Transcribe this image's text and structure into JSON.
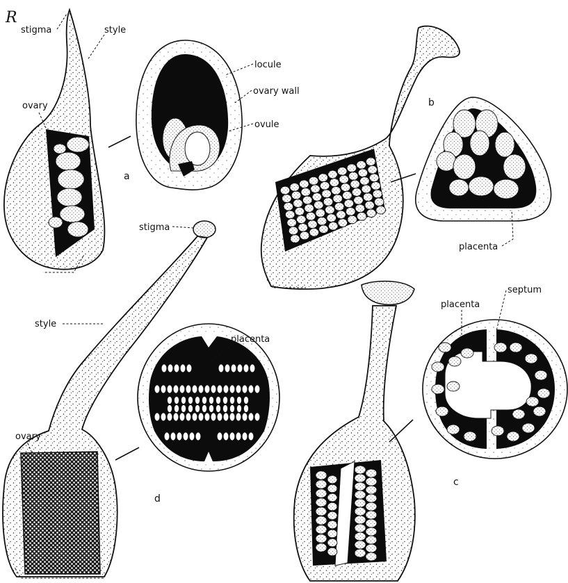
{
  "figure": {
    "corner_mark": "R",
    "labels": {
      "a_stigma": "stigma",
      "a_style": "style",
      "a_ovary": "ovary",
      "a_letter": "a",
      "a_locule": "locule",
      "a_ovary_wall": "ovary wall",
      "a_ovule": "ovule",
      "b_letter": "b",
      "b_placenta": "placenta",
      "d_stigma": "stigma",
      "d_style": "style",
      "d_ovary": "ovary",
      "d_placenta": "placenta",
      "d_letter": "d",
      "c_placenta": "placenta",
      "c_septum": "septum",
      "c_letter": "c"
    }
  }
}
